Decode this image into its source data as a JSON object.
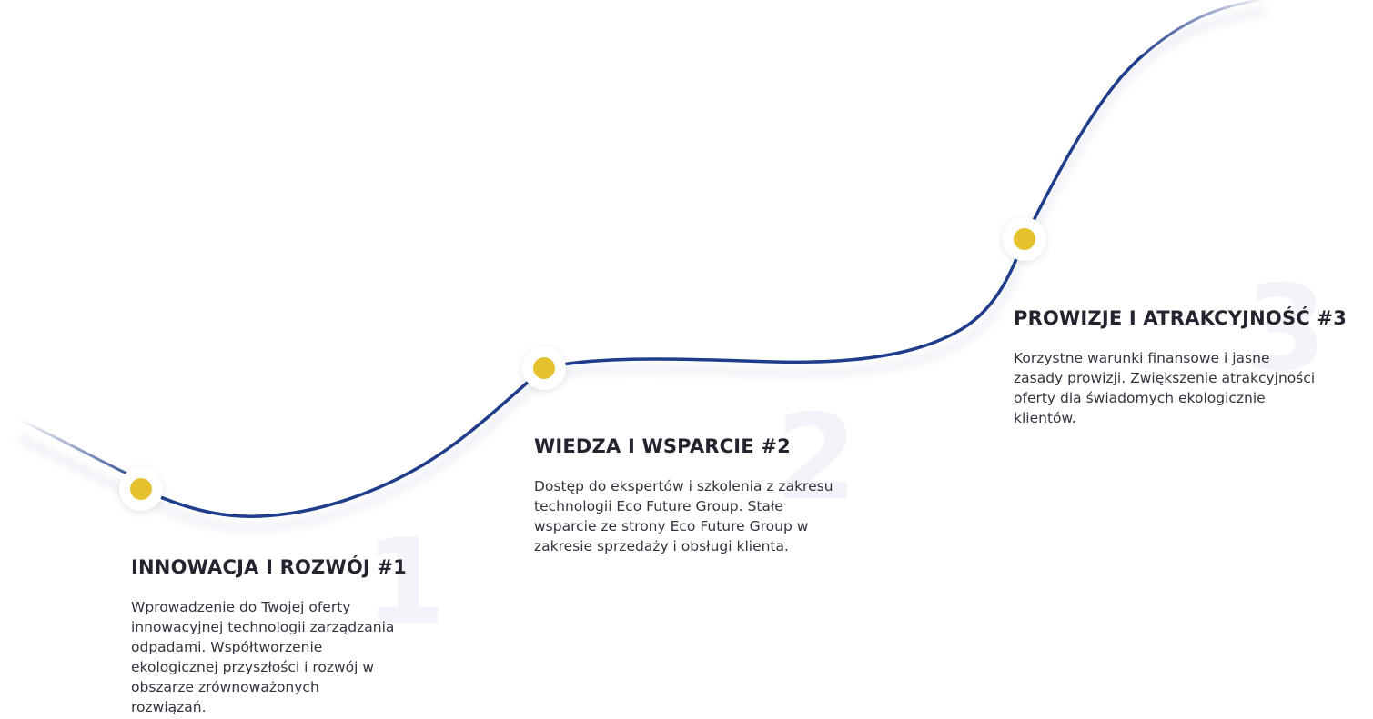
{
  "colors": {
    "curve": "#1f3d8a",
    "dot": "#e5c32f",
    "dot_ring": "#ffffff",
    "title": "#24242f",
    "text": "#34343f",
    "bg_number": "#f3f4f9"
  },
  "steps": [
    {
      "number": "1",
      "title": "INNOWACJA I ROZWÓJ #1",
      "text": "Wprowadzenie do Twojej oferty innowacyjnej technologii zarządzania odpadami. Współtworzenie ekologicznej przyszłości i rozwój w obszarze zrównoważonych rozwiązań."
    },
    {
      "number": "2",
      "title": "WIEDZA I WSPARCIE #2",
      "text": "Dostęp do ekspertów i szkolenia z zakresu technologii Eco Future Group. Stałe wsparcie ze strony Eco Future Group w zakresie sprzedaży i obsługi klienta."
    },
    {
      "number": "3",
      "title": "PROWIZJE I ATRAKCYJNOŚĆ #3",
      "text": "Korzystne warunki finansowe i jasne zasady prowizji. Zwiększenie atrakcyjności oferty dla świadomych ekologicznie klientów."
    }
  ]
}
